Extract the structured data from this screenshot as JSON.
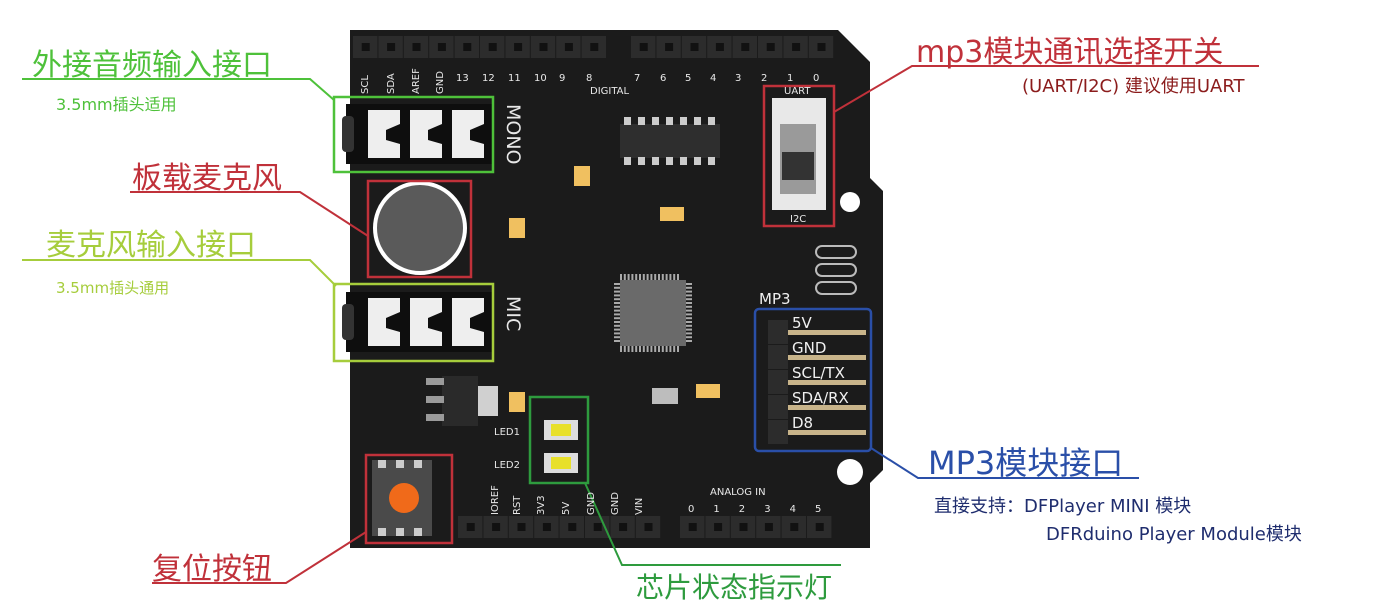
{
  "callouts": {
    "audio_in": {
      "title": "外接音频输入接口",
      "sub": "3.5mm插头适用",
      "color": "#4ec13a"
    },
    "onboard_mic": {
      "title": "板载麦克风",
      "color": "#c0313a"
    },
    "mic_in": {
      "title": "麦克风输入接口",
      "sub": "3.5mm插头通用",
      "color": "#a6cd3c"
    },
    "reset": {
      "title": "复位按钮",
      "color": "#c0313a"
    },
    "led_status": {
      "title": "芯片状态指示灯",
      "color": "#2e9b3e"
    },
    "uart_switch": {
      "title": "mp3模块通讯选择开关",
      "sub": "(UART/I2C) 建议使用UART",
      "color": "#c0313a",
      "sub_color": "#8b1c1c"
    },
    "mp3_port": {
      "title": "MP3模块接口",
      "sub1": "直接支持：DFPlayer MINI 模块",
      "sub2": "DFRduino Player Module模块",
      "color": "#2a4fa8",
      "sub_color": "#1f2d6e"
    }
  },
  "board": {
    "top_pins": [
      "SCL",
      "SDA",
      "AREF",
      "GND",
      "13",
      "12",
      "11",
      "10",
      "9",
      "8",
      "7",
      "6",
      "5",
      "4",
      "3",
      "2",
      "1",
      "0"
    ],
    "digital_label": "DIGITAL",
    "mono_label": "MONO",
    "mic_label": "MIC",
    "uart_label": "UART",
    "i2c_label": "I2C",
    "mp3_label": "MP3",
    "mp3_pins": [
      "5V",
      "GND",
      "SCL/TX",
      "SDA/RX",
      "D8"
    ],
    "led1": "LED1",
    "led2": "LED2",
    "power_pins": [
      "IOREF",
      "RST",
      "3V3",
      "5V",
      "GND",
      "GND",
      "VIN"
    ],
    "analog_label": "ANALOG IN",
    "analog_pins": [
      "0",
      "1",
      "2",
      "3",
      "4",
      "5"
    ]
  },
  "colors": {
    "board": "#1b1b1b",
    "header": "#2c2c2c",
    "button": "#f06a1a",
    "led": "#e8e02a",
    "smd": "#f0c060"
  }
}
